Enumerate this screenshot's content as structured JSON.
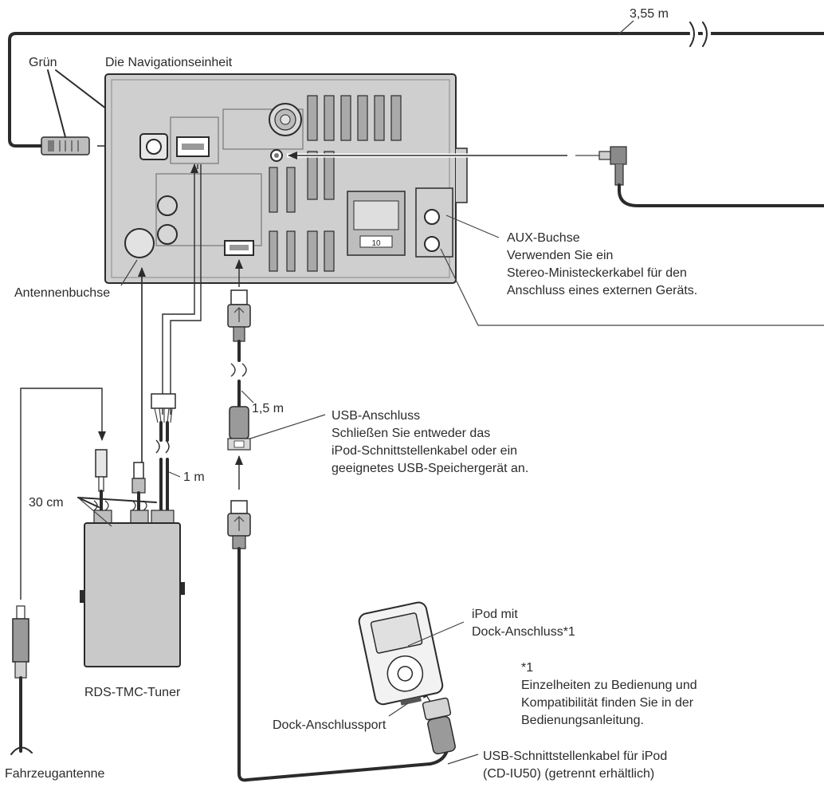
{
  "labels": {
    "cable_length_long": "3,55 m",
    "green": "Grün",
    "nav_unit": "Die Navigationseinheit",
    "antenna_jack": "Antennenbuchse",
    "aux_title": "AUX-Buchse",
    "aux_line1": "Verwenden Sie ein",
    "aux_line2": "Stereo-Ministeckerkabel für den",
    "aux_line3": "Anschluss eines externen Geräts.",
    "usb_length": "1,5 m",
    "usb_title": "USB-Anschluss",
    "usb_line1": "Schließen Sie entweder das",
    "usb_line2": "iPod-Schnittstellenkabel oder ein",
    "usb_line3": "geeignetes USB-Speichergerät an.",
    "tuner_cable_length": "1 m",
    "short_cable_length": "30 cm",
    "tuner": "RDS-TMC-Tuner",
    "vehicle_antenna": "Fahrzeugantenne",
    "ipod_line1": "iPod mit",
    "ipod_line2": "Dock-Anschluss*1",
    "footnote_mark": "*1",
    "footnote_line1": "Einzelheiten zu Bedienung und",
    "footnote_line2": "Kompatibilität finden Sie in der",
    "footnote_line3": "Bedienungsanleitung.",
    "dock_port": "Dock-Anschlussport",
    "ipod_cable_line1": "USB-Schnittstellenkabel für iPod",
    "ipod_cable_line2": "(CD-IU50) (getrennt erhältlich)",
    "connector_number": "10"
  }
}
